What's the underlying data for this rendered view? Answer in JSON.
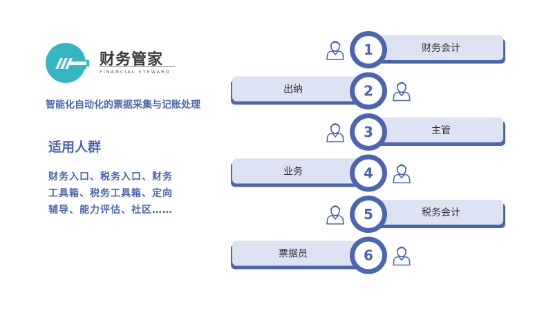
{
  "logo": {
    "name_cn": "财务管家",
    "name_en": "FINANCIAL STEWARD",
    "brand_color": "#35b7c3"
  },
  "subtitle": "智能化自动化的票据采集与记账处理",
  "section_title": "适用人群",
  "description_lines": [
    "财务入口、税务入口、财务",
    "工具箱、税务工具箱、定向",
    "辅导、能力评估、社区……"
  ],
  "colors": {
    "accent": "#4a66b3",
    "bar_fill": "#dde3f3",
    "bar_shadow": "#4a66b3",
    "icon": "#4a66b3"
  },
  "roles": [
    {
      "number": "1",
      "label": "财务会计",
      "side": "right",
      "icon": "user-icon"
    },
    {
      "number": "2",
      "label": "出纳",
      "side": "left",
      "icon": "user-icon"
    },
    {
      "number": "3",
      "label": "主管",
      "side": "right",
      "icon": "user-icon"
    },
    {
      "number": "4",
      "label": "业务",
      "side": "left",
      "icon": "user-icon"
    },
    {
      "number": "5",
      "label": "税务会计",
      "side": "right",
      "icon": "user-icon"
    },
    {
      "number": "6",
      "label": "票据员",
      "side": "left",
      "icon": "user-icon"
    }
  ]
}
